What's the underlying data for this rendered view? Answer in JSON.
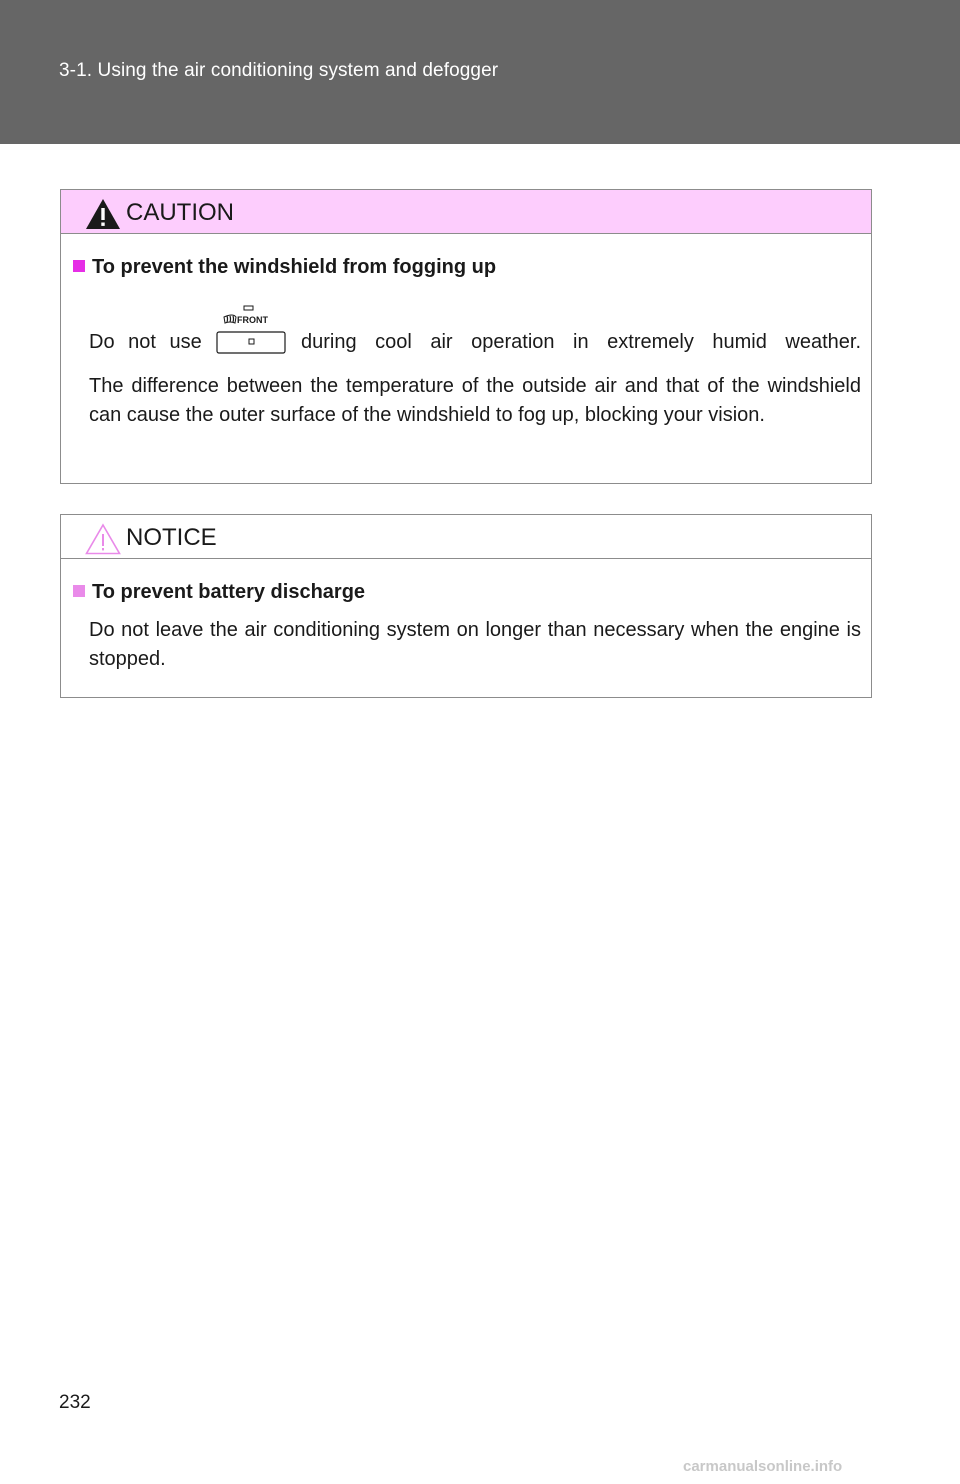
{
  "header": {
    "title": "3-1. Using the air conditioning system and defogger"
  },
  "caution": {
    "label": "CAUTION",
    "heading": "To prevent the windshield from fogging up",
    "line1_before": "Do not use",
    "line1_after": "during cool air operation in extremely humid weather.",
    "button_icon": "front-defroster-button-icon",
    "button_icon_text": "FRONT",
    "paragraph": "The difference between the temperature of the outside air and that of the windshield can cause the outer surface of the windshield to fog up, blocking your vision."
  },
  "notice": {
    "label": "NOTICE",
    "heading": "To prevent battery discharge",
    "paragraph": "Do not leave the air conditioning system on longer than necessary when the engine is stopped."
  },
  "page_number": "232",
  "watermark": "carmanualsonline.info",
  "colors": {
    "header_bg": "#666666",
    "caution_head_bg": "#fdcdfd",
    "caution_square": "#e62ee6",
    "notice_square": "#e98ae9",
    "border": "#8c8c8c"
  }
}
